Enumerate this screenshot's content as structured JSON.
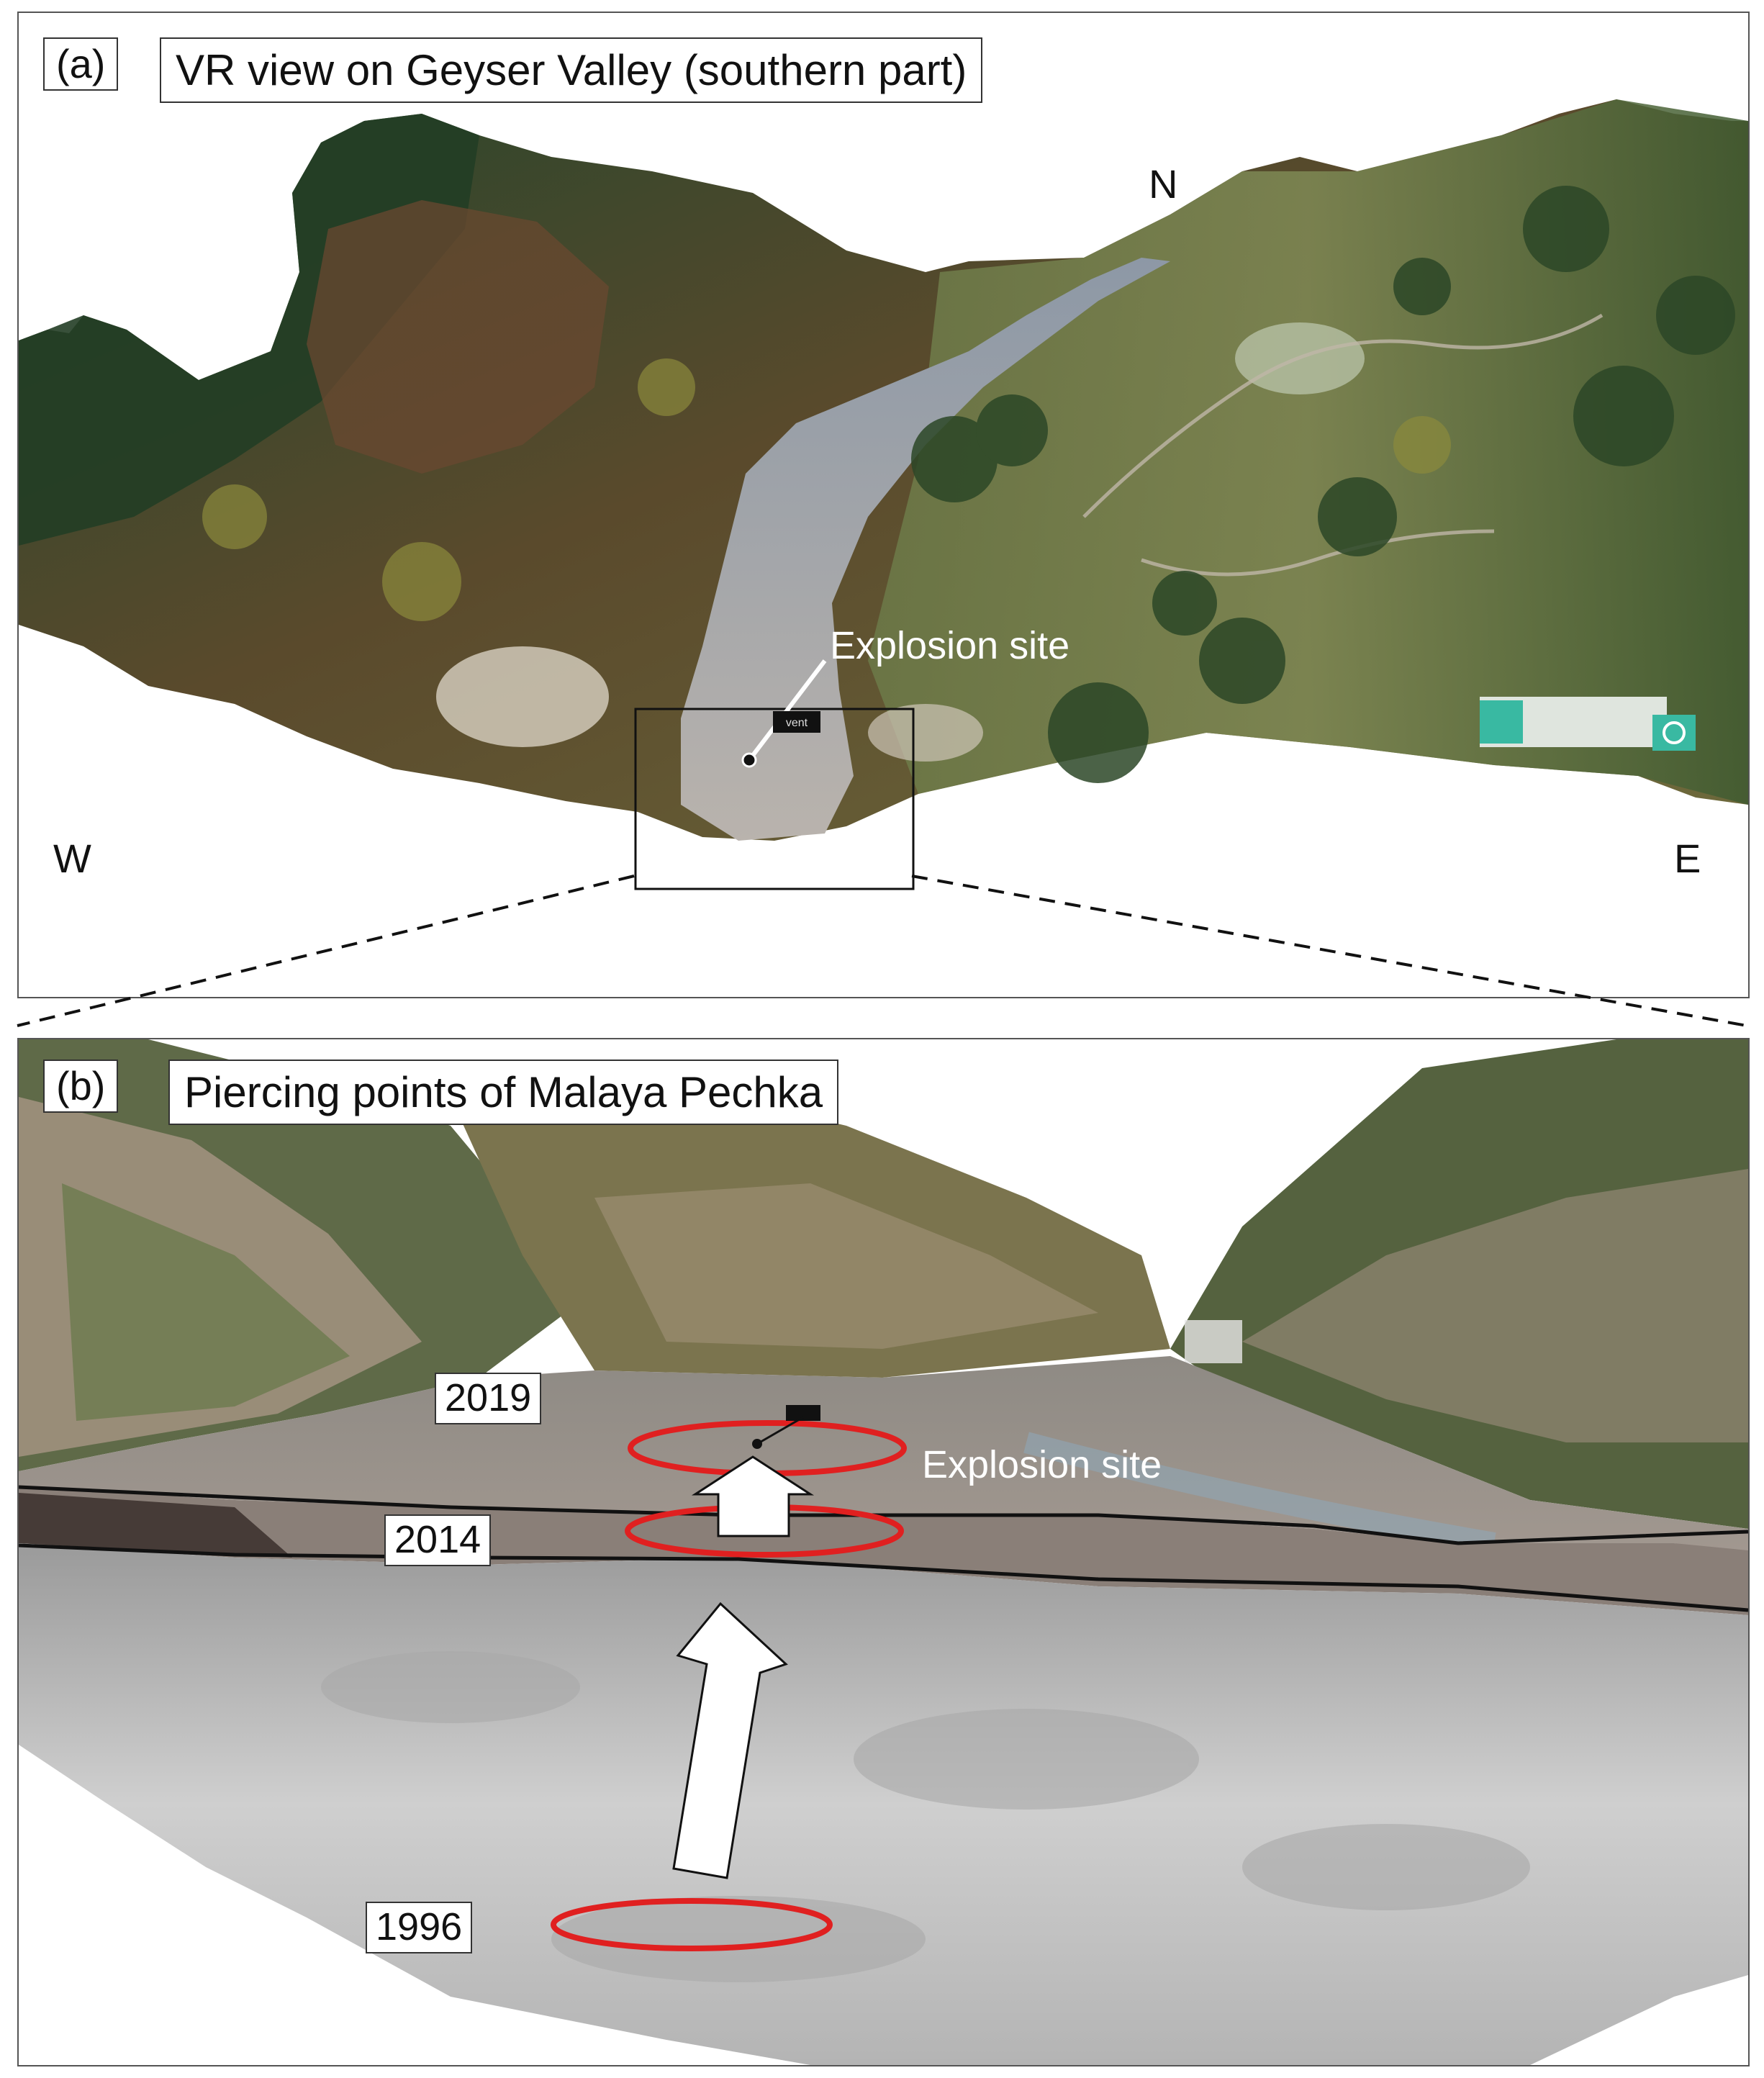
{
  "panel_a": {
    "label": "(a)",
    "title": "VR view on Geyser Valley (southern part)",
    "compass": {
      "north": "N",
      "west": "W",
      "east": "E"
    },
    "annotation": "Explosion site",
    "marker_tag": "vent"
  },
  "panel_b": {
    "label": "(b)",
    "title": "Piercing points of Malaya Pechka",
    "annotation": "Explosion site",
    "years": {
      "y2019": "2019",
      "y2014": "2014",
      "y1996": "1996"
    }
  },
  "colors": {
    "ellipse": "#e02020",
    "horizon_line": "#111111",
    "vegetation_dark": "#2f4a2a",
    "vegetation_autumn": "#6b4a2a",
    "riverbed": "#9aa0a6",
    "terrain_model": "#c8c8c8"
  }
}
